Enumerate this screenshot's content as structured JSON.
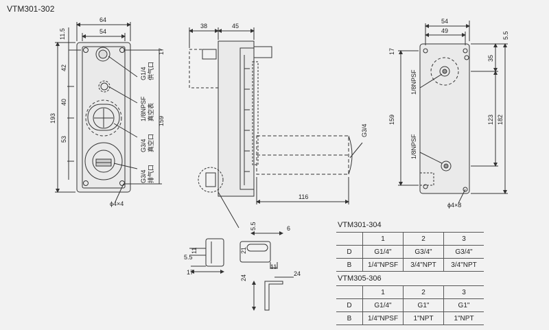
{
  "title": "VTM301-302",
  "front_view": {
    "dims": {
      "width_outer": "64",
      "width_inner": "54",
      "top_margin": "11.5",
      "d1": "42",
      "d2": "40",
      "d3": "53",
      "height": "193",
      "right_small": "17",
      "right_span": "159",
      "hole": "ϕ4×4"
    },
    "ports": {
      "p1_size": "G1/4",
      "p1_name": "供气口",
      "p2_size": "1/8NPSF",
      "p2_name": "真空表",
      "p3_size": "G3/4",
      "p3_name": "真空口",
      "p4_size": "G3/4",
      "p4_name": "排气口"
    }
  },
  "side_view": {
    "dims": {
      "d_left": "38",
      "d_right": "45",
      "length": "116",
      "port": "G3/4"
    }
  },
  "back_view": {
    "dims": {
      "w1": "54",
      "w2": "49",
      "w3": "5.5",
      "h1": "17",
      "h2": "35",
      "h3": "159",
      "h4": "123",
      "h5": "182",
      "port_top": "1/8NPSF",
      "port_bottom": "1/8NPSF",
      "hole": "ϕ4×8"
    }
  },
  "detail": {
    "d1": "5.5",
    "d2": "6",
    "d3": "11",
    "d4": "21",
    "d5": "5.5",
    "d6": "11",
    "d7": "17",
    "d8": "24",
    "d9": "24"
  },
  "tables": [
    {
      "title": "VTM301-304",
      "header": [
        "",
        "1",
        "2",
        "3"
      ],
      "rows": [
        [
          "D",
          "G1/4\"",
          "G3/4\"",
          "G3/4\""
        ],
        [
          "B",
          "1/4\"NPSF",
          "3/4\"NPT",
          "3/4\"NPT"
        ]
      ]
    },
    {
      "title": "VTM305-306",
      "header": [
        "",
        "1",
        "2",
        "3"
      ],
      "rows": [
        [
          "D",
          "G1/4\"",
          "G1\"",
          "G1\""
        ],
        [
          "B",
          "1/4\"NPSF",
          "1\"NPT",
          "1\"NPT"
        ]
      ]
    }
  ]
}
